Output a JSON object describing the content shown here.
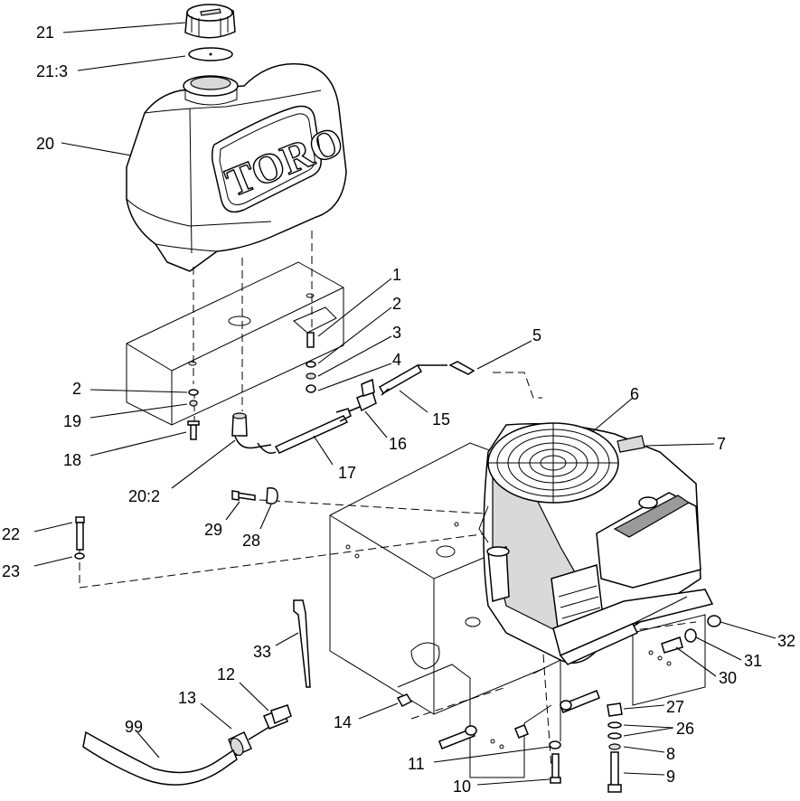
{
  "brand": {
    "logo_text": "TORO"
  },
  "callouts": [
    {
      "id": "c21",
      "text": "21"
    },
    {
      "id": "c21-3",
      "text": "21:3"
    },
    {
      "id": "c20",
      "text": "20"
    },
    {
      "id": "c1",
      "text": "1"
    },
    {
      "id": "c2a",
      "text": "2"
    },
    {
      "id": "c3",
      "text": "3"
    },
    {
      "id": "c4",
      "text": "4"
    },
    {
      "id": "c5",
      "text": "5"
    },
    {
      "id": "c6",
      "text": "6"
    },
    {
      "id": "c7",
      "text": "7"
    },
    {
      "id": "c2b",
      "text": "2"
    },
    {
      "id": "c19",
      "text": "19"
    },
    {
      "id": "c18",
      "text": "18"
    },
    {
      "id": "c15",
      "text": "15"
    },
    {
      "id": "c16",
      "text": "16"
    },
    {
      "id": "c17",
      "text": "17"
    },
    {
      "id": "c20-2",
      "text": "20:2"
    },
    {
      "id": "c29",
      "text": "29"
    },
    {
      "id": "c28",
      "text": "28"
    },
    {
      "id": "c22",
      "text": "22"
    },
    {
      "id": "c23",
      "text": "23"
    },
    {
      "id": "c33",
      "text": "33"
    },
    {
      "id": "c12",
      "text": "12"
    },
    {
      "id": "c13",
      "text": "13"
    },
    {
      "id": "c14",
      "text": "14"
    },
    {
      "id": "c99",
      "text": "99"
    },
    {
      "id": "c11",
      "text": "11"
    },
    {
      "id": "c10",
      "text": "10"
    },
    {
      "id": "c27",
      "text": "27"
    },
    {
      "id": "c26",
      "text": "26"
    },
    {
      "id": "c8",
      "text": "8"
    },
    {
      "id": "c9",
      "text": "9"
    },
    {
      "id": "c32",
      "text": "32"
    },
    {
      "id": "c31",
      "text": "31"
    },
    {
      "id": "c30",
      "text": "30"
    }
  ]
}
